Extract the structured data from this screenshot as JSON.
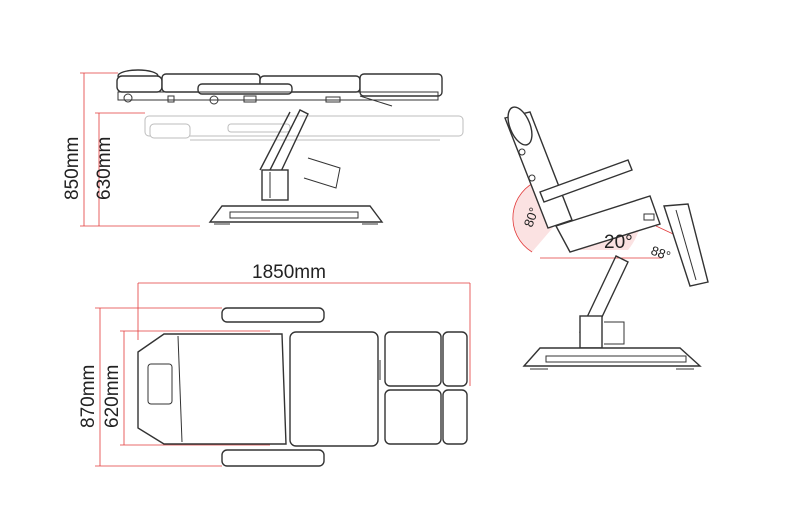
{
  "dimensions": {
    "overall_height": "850mm",
    "seat_height": "630mm",
    "overall_length": "1850mm",
    "overall_width": "870mm",
    "top_width": "620mm"
  },
  "angles": {
    "backrest": "80°",
    "seat": "20°",
    "legrest": "88°"
  },
  "colors": {
    "line": "#333333",
    "dimension_line": "#e23a3a",
    "ghost": "#bdbdbd"
  }
}
